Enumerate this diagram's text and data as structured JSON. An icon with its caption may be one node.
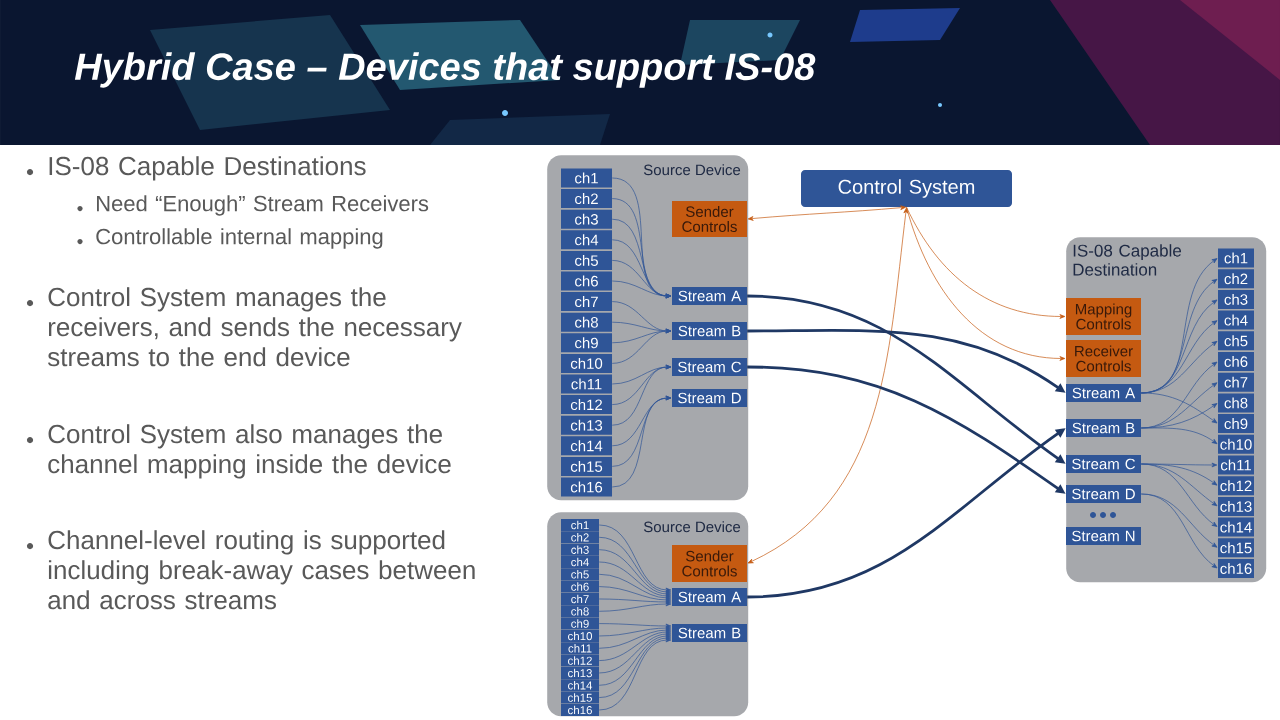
{
  "diagram": {
    "title": "Hybrid Case – Devices that support IS-08",
    "nodes": [
      {
        "text": [
          "Control System"
        ]
      },
      {
        "text": [
          "Source Device"
        ]
      },
      {
        "text": [
          "ch1"
        ],
        "in": 1
      },
      {
        "text": [
          "ch2"
        ],
        "in": 1
      },
      {
        "text": [
          "ch3"
        ],
        "in": 1
      },
      {
        "text": [
          "ch4"
        ],
        "in": 1
      },
      {
        "text": [
          "ch5"
        ],
        "in": 1
      },
      {
        "text": [
          "ch6"
        ],
        "in": 1
      },
      {
        "text": [
          "ch7"
        ],
        "in": 1
      },
      {
        "text": [
          "ch8"
        ],
        "in": 1
      },
      {
        "text": [
          "ch9"
        ],
        "in": 1
      },
      {
        "text": [
          "ch10"
        ],
        "in": 1
      },
      {
        "text": [
          "ch11"
        ],
        "in": 1
      },
      {
        "text": [
          "ch12"
        ],
        "in": 1
      },
      {
        "text": [
          "ch13"
        ],
        "in": 1
      },
      {
        "text": [
          "ch14"
        ],
        "in": 1
      },
      {
        "text": [
          "ch15"
        ],
        "in": 1
      },
      {
        "text": [
          "ch16"
        ],
        "in": 1
      },
      {
        "text": [
          "Sender Controls"
        ],
        "in": 1
      },
      {
        "text": [
          "Stream A"
        ],
        "in": 1
      },
      {
        "text": [
          "Stream B"
        ],
        "in": 1
      },
      {
        "text": [
          "Stream C"
        ],
        "in": 1
      },
      {
        "text": [
          "Stream D"
        ],
        "in": 1
      },
      {
        "text": [
          "Source Device"
        ]
      },
      {
        "text": [
          "ch1"
        ],
        "in": 23
      },
      {
        "text": [
          "ch2"
        ],
        "in": 23
      },
      {
        "text": [
          "ch3"
        ],
        "in": 23
      },
      {
        "text": [
          "ch4"
        ],
        "in": 23
      },
      {
        "text": [
          "ch5"
        ],
        "in": 23
      },
      {
        "text": [
          "ch6"
        ],
        "in": 23
      },
      {
        "text": [
          "ch7"
        ],
        "in": 23
      },
      {
        "text": [
          "ch8"
        ],
        "in": 23
      },
      {
        "text": [
          "ch9"
        ],
        "in": 23
      },
      {
        "text": [
          "ch10"
        ],
        "in": 23
      },
      {
        "text": [
          "ch11"
        ],
        "in": 23
      },
      {
        "text": [
          "ch12"
        ],
        "in": 23
      },
      {
        "text": [
          "ch13"
        ],
        "in": 23
      },
      {
        "text": [
          "ch14"
        ],
        "in": 23
      },
      {
        "text": [
          "ch15"
        ],
        "in": 23
      },
      {
        "text": [
          "ch16"
        ],
        "in": 23
      },
      {
        "text": [
          "Sender Controls"
        ],
        "in": 23
      },
      {
        "text": [
          "Stream A"
        ],
        "in": 23
      },
      {
        "text": [
          "Stream B"
        ],
        "in": 23
      },
      {
        "text": [
          "IS-08 Capable Destination"
        ]
      },
      {
        "text": [
          "Mapping Controls"
        ],
        "in": 43
      },
      {
        "text": [
          "Receiver Controls"
        ],
        "in": 43
      },
      {
        "text": [
          "Stream A"
        ],
        "in": 43
      },
      {
        "text": [
          "Stream B"
        ],
        "in": 43
      },
      {
        "text": [
          "Stream C"
        ],
        "in": 43
      },
      {
        "text": [
          "Stream D"
        ],
        "in": 43
      },
      {
        "text": [
          "Stream N"
        ],
        "in": 43
      },
      {
        "text": [
          "ch1"
        ],
        "in": 43
      },
      {
        "text": [
          "ch2"
        ],
        "in": 43
      },
      {
        "text": [
          "ch3"
        ],
        "in": 43
      },
      {
        "text": [
          "ch4"
        ],
        "in": 43
      },
      {
        "text": [
          "ch5"
        ],
        "in": 43
      },
      {
        "text": [
          "ch6"
        ],
        "in": 43
      },
      {
        "text": [
          "ch7"
        ],
        "in": 43
      },
      {
        "text": [
          "ch8"
        ],
        "in": 43
      },
      {
        "text": [
          "ch9"
        ],
        "in": 43
      },
      {
        "text": [
          "ch10"
        ],
        "in": 43
      },
      {
        "text": [
          "ch11"
        ],
        "in": 43
      },
      {
        "text": [
          "ch12"
        ],
        "in": 43
      },
      {
        "text": [
          "ch13"
        ],
        "in": 43
      },
      {
        "text": [
          "ch14"
        ],
        "in": 43
      },
      {
        "text": [
          "ch15"
        ],
        "in": 43
      },
      {
        "text": [
          "ch16"
        ],
        "in": 43
      }
    ],
    "edges": [
      {
        "from": 2,
        "to": 19,
        "arrow": "to"
      },
      {
        "from": 3,
        "to": 19,
        "arrow": "to"
      },
      {
        "from": 4,
        "to": 19,
        "arrow": "to"
      },
      {
        "from": 5,
        "to": 19,
        "arrow": "to"
      },
      {
        "from": 6,
        "to": 19,
        "arrow": "to"
      },
      {
        "from": 7,
        "to": 19,
        "arrow": "to"
      },
      {
        "from": 8,
        "to": 20,
        "arrow": "to"
      },
      {
        "from": 9,
        "to": 20,
        "arrow": "to"
      },
      {
        "from": 10,
        "to": 20,
        "arrow": "to"
      },
      {
        "from": 11,
        "to": 20,
        "arrow": "to"
      },
      {
        "from": 12,
        "to": 21,
        "arrow": "to"
      },
      {
        "from": 13,
        "to": 21,
        "arrow": "to"
      },
      {
        "from": 14,
        "to": 21,
        "arrow": "to"
      },
      {
        "from": 15,
        "to": 22,
        "arrow": "to"
      },
      {
        "from": 16,
        "to": 22,
        "arrow": "to"
      },
      {
        "from": 17,
        "to": 22,
        "arrow": "to"
      },
      {
        "from": 24,
        "to": 41,
        "arrow": "to"
      },
      {
        "from": 25,
        "to": 41,
        "arrow": "to"
      },
      {
        "from": 26,
        "to": 41,
        "arrow": "to"
      },
      {
        "from": 27,
        "to": 41,
        "arrow": "to"
      },
      {
        "from": 28,
        "to": 41,
        "arrow": "to"
      },
      {
        "from": 29,
        "to": 41,
        "arrow": "to"
      },
      {
        "from": 30,
        "to": 41,
        "arrow": "to"
      },
      {
        "from": 31,
        "to": 41,
        "arrow": "to"
      },
      {
        "from": 32,
        "to": 42,
        "arrow": "to"
      },
      {
        "from": 33,
        "to": 42,
        "arrow": "to"
      },
      {
        "from": 34,
        "to": 42,
        "arrow": "to"
      },
      {
        "from": 35,
        "to": 42,
        "arrow": "to"
      },
      {
        "from": 36,
        "to": 42,
        "arrow": "to"
      },
      {
        "from": 37,
        "to": 42,
        "arrow": "to"
      },
      {
        "from": 38,
        "to": 42,
        "arrow": "to"
      },
      {
        "from": 39,
        "to": 42,
        "arrow": "to"
      },
      {
        "from": 0,
        "to": 18,
        "arrow": "both",
        "color": "#c55a11"
      },
      {
        "from": 0,
        "to": 40,
        "arrow": "both",
        "color": "#c55a11"
      },
      {
        "from": 0,
        "to": 44,
        "arrow": "to",
        "color": "#c55a11"
      },
      {
        "from": 0,
        "to": 45,
        "arrow": "to",
        "color": "#c55a11"
      },
      {
        "from": 19,
        "to": 48,
        "arrow": "to",
        "style": "thick",
        "color": "#1f3864"
      },
      {
        "from": 20,
        "to": 46,
        "arrow": "to",
        "style": "thick",
        "color": "#1f3864"
      },
      {
        "from": 21,
        "to": 49,
        "arrow": "to",
        "style": "thick",
        "color": "#1f3864"
      },
      {
        "from": 41,
        "to": 47,
        "arrow": "to",
        "style": "thick",
        "color": "#1f3864"
      },
      {
        "from": 46,
        "to": 51,
        "arrow": "to"
      },
      {
        "from": 46,
        "to": 52,
        "arrow": "to"
      },
      {
        "from": 46,
        "to": 53,
        "arrow": "to"
      },
      {
        "from": 46,
        "to": 54,
        "arrow": "to"
      },
      {
        "from": 46,
        "to": 55,
        "arrow": "to"
      },
      {
        "from": 46,
        "to": 59,
        "arrow": "to"
      },
      {
        "from": 47,
        "to": 56,
        "arrow": "to"
      },
      {
        "from": 47,
        "to": 57,
        "arrow": "to"
      },
      {
        "from": 47,
        "to": 58,
        "arrow": "to"
      },
      {
        "from": 47,
        "to": 60,
        "arrow": "to"
      },
      {
        "from": 48,
        "to": 61,
        "arrow": "to"
      },
      {
        "from": 48,
        "to": 62,
        "arrow": "to"
      },
      {
        "from": 48,
        "to": 63,
        "arrow": "to"
      },
      {
        "from": 48,
        "to": 64,
        "arrow": "to"
      },
      {
        "from": 49,
        "to": 65,
        "arrow": "to"
      },
      {
        "from": 49,
        "to": 66,
        "arrow": "to"
      }
    ],
    "labels": [
      "IS-08 Capable Destinations",
      "Need “Enough” Stream Receivers",
      "Controllable internal mapping",
      "Control System manages the receivers, and sends the necessary streams to the end device",
      "Control System also manages the channel mapping inside the device",
      "Channel-level routing is supported including break-away cases between and across streams"
    ]
  }
}
